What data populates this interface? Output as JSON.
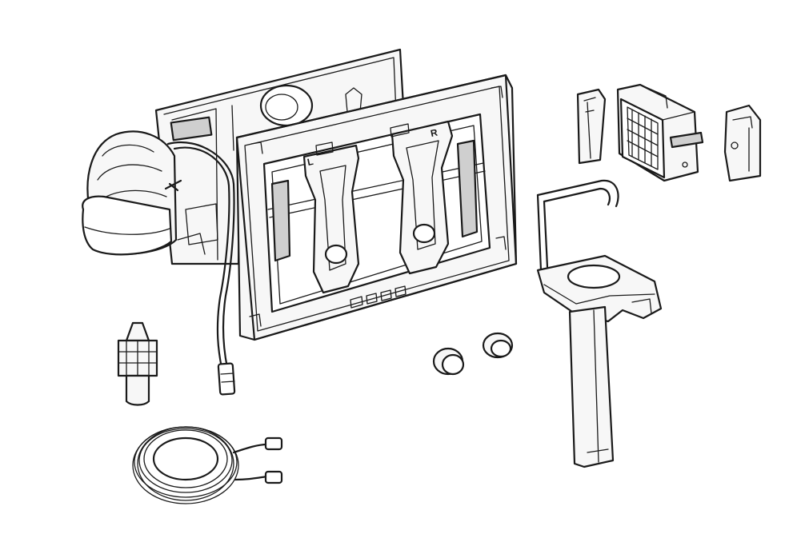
{
  "frame_labels": {
    "left": "L",
    "right": "R"
  },
  "colors": {
    "line": "#1a1a1a",
    "fill": "#f7f7f7",
    "background": "#ffffff"
  },
  "parts": [
    "flush-mechanism-housing",
    "actuator-mounting-frame",
    "connection-cable",
    "sensor-module",
    "holder-clips",
    "filter-cartridge",
    "support-bracket",
    "protective-caps",
    "water-connector",
    "cable-coil"
  ]
}
